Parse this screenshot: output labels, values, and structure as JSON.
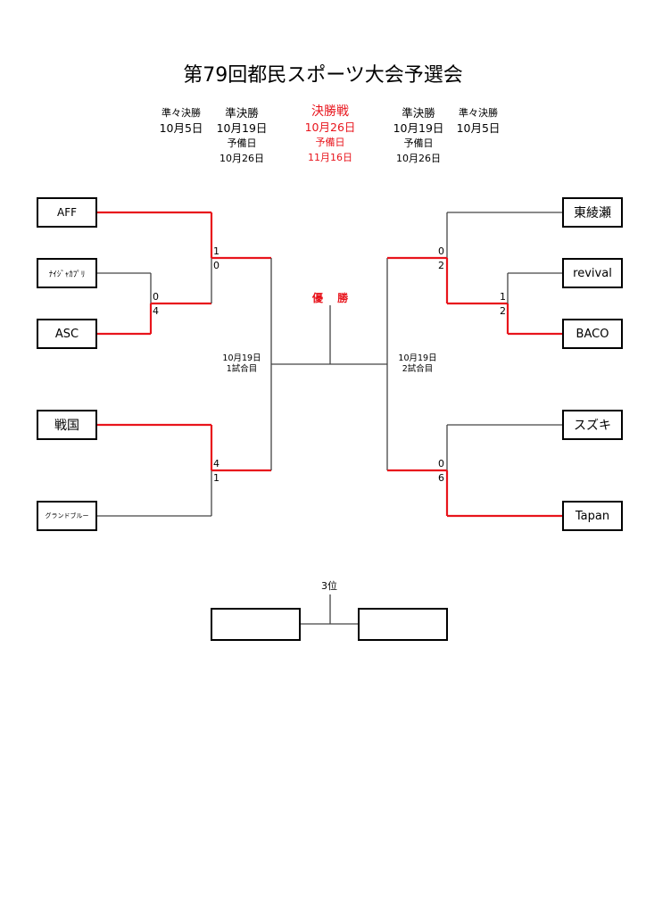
{
  "title": "第79回都民スポーツ大会予選会",
  "schedule": {
    "left_qf": {
      "round": "準々決勝",
      "date": "10月5日"
    },
    "left_sf": {
      "round": "準決勝",
      "date": "10月19日",
      "reserve_label": "予備日",
      "reserve_date": "10月26日"
    },
    "final": {
      "round": "決勝戦",
      "date": "10月26日",
      "reserve_label": "予備日",
      "reserve_date": "11月16日"
    },
    "right_sf": {
      "round": "準決勝",
      "date": "10月19日",
      "reserve_label": "予備日",
      "reserve_date": "10月26日"
    },
    "right_qf": {
      "round": "準々決勝",
      "date": "10月5日"
    }
  },
  "teams": {
    "left": [
      "AFF",
      "ﾅｲｼﾞｬｶﾌﾟﾘ",
      "ASC",
      "戦国",
      "グランドブルー"
    ],
    "right": [
      "東綾瀬",
      "revival",
      "BACO",
      "スズキ",
      "Tapan"
    ]
  },
  "scores": {
    "l_qf_top": "0",
    "l_qf_bot": "4",
    "l_sf1_top": "1",
    "l_sf1_bot": "0",
    "l_sf2_top": "4",
    "l_sf2_bot": "1",
    "r_qf_top": "1",
    "r_qf_bot": "2",
    "r_sf1_top": "0",
    "r_sf1_bot": "2",
    "r_sf2_top": "0",
    "r_sf2_bot": "6"
  },
  "match_notes": {
    "left": {
      "date": "10月19日",
      "game": "1試合目"
    },
    "right": {
      "date": "10月19日",
      "game": "2試合目"
    }
  },
  "champion_label": "優 勝",
  "third_place_label": "3位",
  "colors": {
    "winner_line": "#e8141c",
    "line": "#444444"
  }
}
